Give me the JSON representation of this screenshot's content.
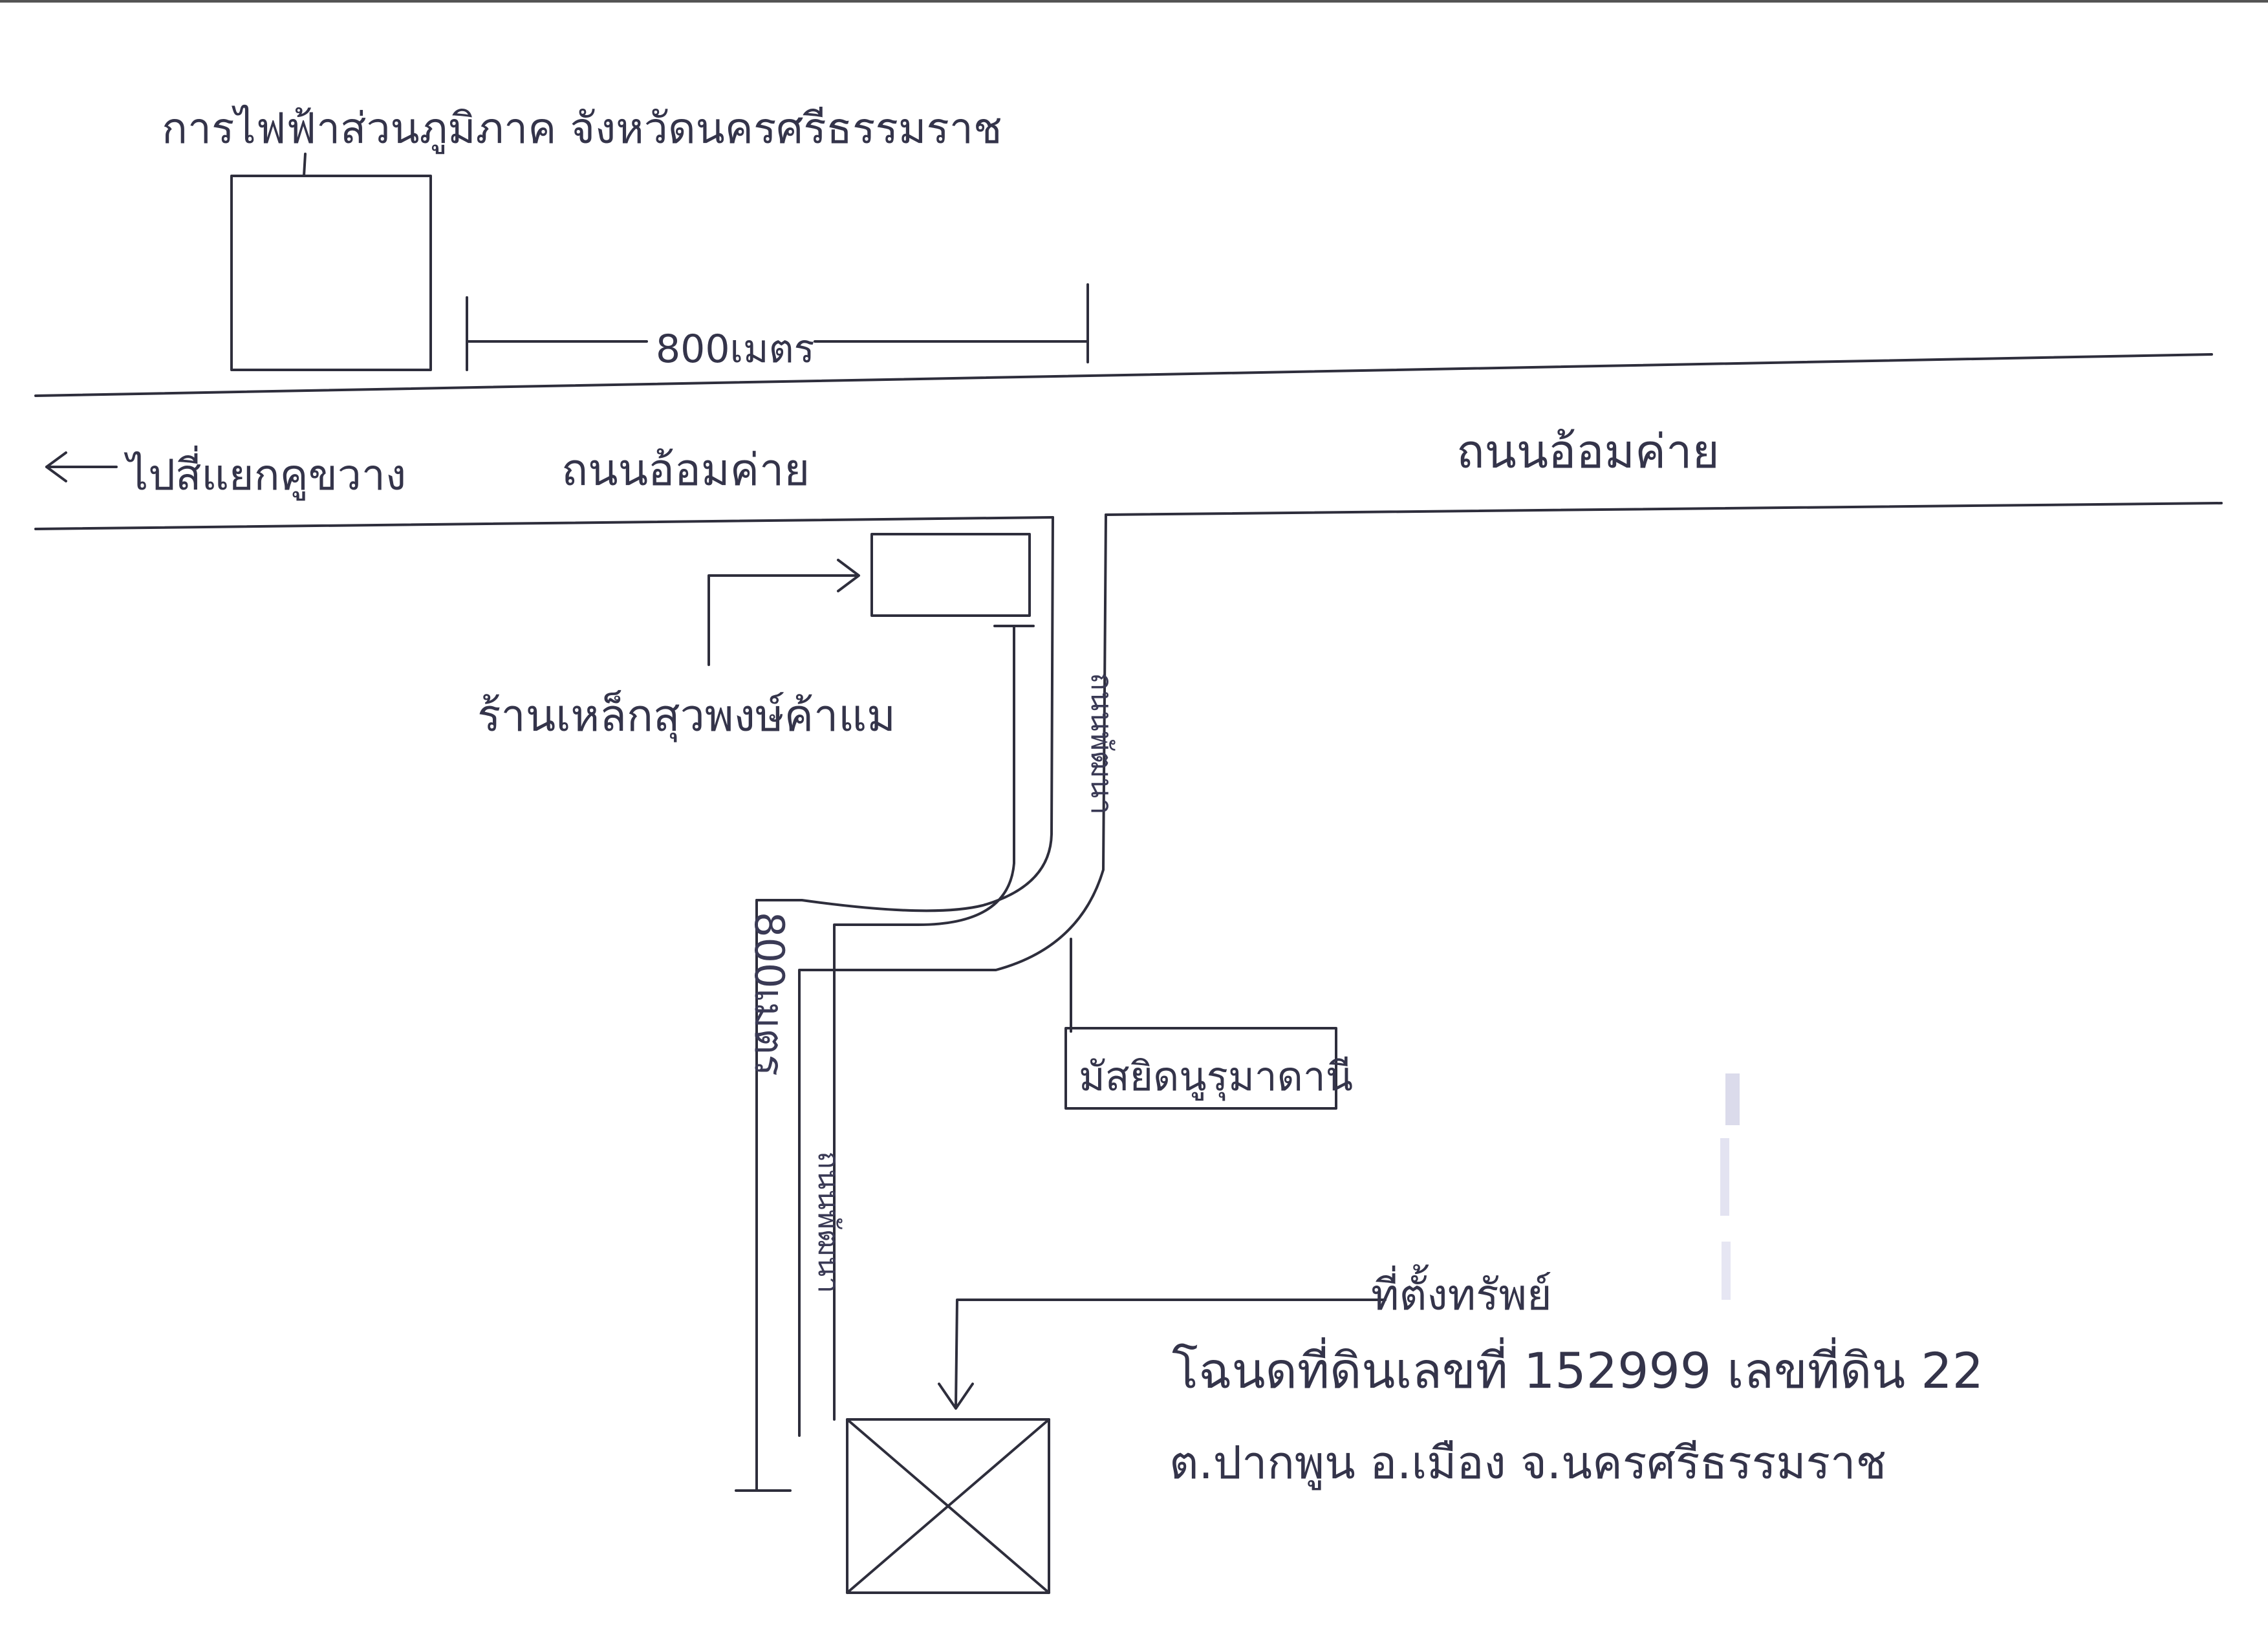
{
  "map": {
    "pea_office": "การไฟฟ้าส่วนภูมิภาค จังหวัดนครศรีธรรมราช",
    "distance_top": "800เมตร",
    "to_intersection": "ไปสี่แยกคูขวาง",
    "road_left": "ถนนอ้อมค่าย",
    "road_right": "ถนนอ้อมค่าย",
    "hardware_shop": "ร้านเหล็กสุวพงษ์ค้าแม",
    "soi_upper": "ถนนพัฒนา",
    "distance_side": "800เมตร",
    "soi_lower": "ถนนพัฒนา",
    "mosque": "มัสยิดนูรุมาดานี",
    "property_label": "ที่ตั้งทรัพย์",
    "title_deed": "โฉนดที่ดินเลขที่ 152999   เลขที่ดิน 22",
    "address": "ต.ปากพูน  อ.เมือง  จ.นครศรีธรรมราช"
  }
}
